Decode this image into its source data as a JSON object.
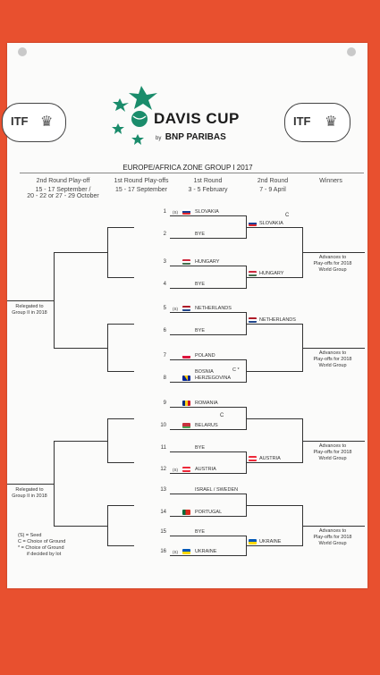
{
  "logo": {
    "name": "DAVIS CUP",
    "sponsor_by": "by",
    "sponsor": "BNP PARIBAS",
    "itf": "ITF",
    "brand_color": "#1a8c6b"
  },
  "title": "EUROPE/AFRICA ZONE GROUP I 2017",
  "columns": {
    "c1": {
      "title": "2nd Round Play-off",
      "dates1": "15 - 17 September /",
      "dates2": "20 - 22 or 27 - 29 October"
    },
    "c2": {
      "title": "1st Round Play-offs",
      "dates1": "15 - 17 September"
    },
    "c3": {
      "title": "1st Round",
      "dates1": "3 - 5 February"
    },
    "c4": {
      "title": "2nd Round",
      "dates1": "7 - 9 April"
    },
    "c5": {
      "title": "Winners"
    }
  },
  "draw": [
    {
      "num": "1",
      "name": "SLOVAKIA",
      "seed": "(S)",
      "flag": "slovakia"
    },
    {
      "num": "2",
      "name": "BYE"
    },
    {
      "num": "3",
      "name": "HUNGARY",
      "flag": "hungary"
    },
    {
      "num": "4",
      "name": "BYE"
    },
    {
      "num": "5",
      "name": "NETHERLANDS",
      "seed": "(S)",
      "flag": "netherlands"
    },
    {
      "num": "6",
      "name": "BYE"
    },
    {
      "num": "7",
      "name": "POLAND",
      "flag": "poland"
    },
    {
      "num": "8",
      "name": "BOSNIA",
      "name2": "HERZEGOVINA",
      "flag": "bosnia"
    },
    {
      "num": "9",
      "name": "ROMANIA",
      "flag": "romania"
    },
    {
      "num": "10",
      "name": "BELARUS",
      "flag": "belarus"
    },
    {
      "num": "11",
      "name": "BYE"
    },
    {
      "num": "12",
      "name": "AUSTRIA",
      "seed": "(S)",
      "flag": "austria"
    },
    {
      "num": "13",
      "name": "ISRAEL / SWEDEN"
    },
    {
      "num": "14",
      "name": "PORTUGAL",
      "flag": "portugal"
    },
    {
      "num": "15",
      "name": "BYE"
    },
    {
      "num": "16",
      "name": "UKRAINE",
      "seed": "(S)",
      "flag": "ukraine"
    }
  ],
  "round2": [
    {
      "name": "SLOVAKIA",
      "flag": "slovakia",
      "mark": "C"
    },
    {
      "name": "HUNGARY",
      "flag": "hungary"
    },
    {
      "name": "NETHERLANDS",
      "flag": "netherlands"
    },
    {
      "name": "AUSTRIA",
      "flag": "austria"
    },
    {
      "name": "UKRAINE",
      "flag": "ukraine"
    }
  ],
  "marks": {
    "bosnia": "C *",
    "belarus": "C"
  },
  "advances": {
    "line1": "Advances to",
    "line2": "Play-offs for 2018",
    "line3": "World Group"
  },
  "relegated": {
    "line1": "Relegated to",
    "line2": "Group II in 2018"
  },
  "legend": {
    "s": "(S) = Seed",
    "c": "C = Choice of Ground",
    "star": "* = Choice of Ground",
    "star2": "if decided by lot"
  }
}
